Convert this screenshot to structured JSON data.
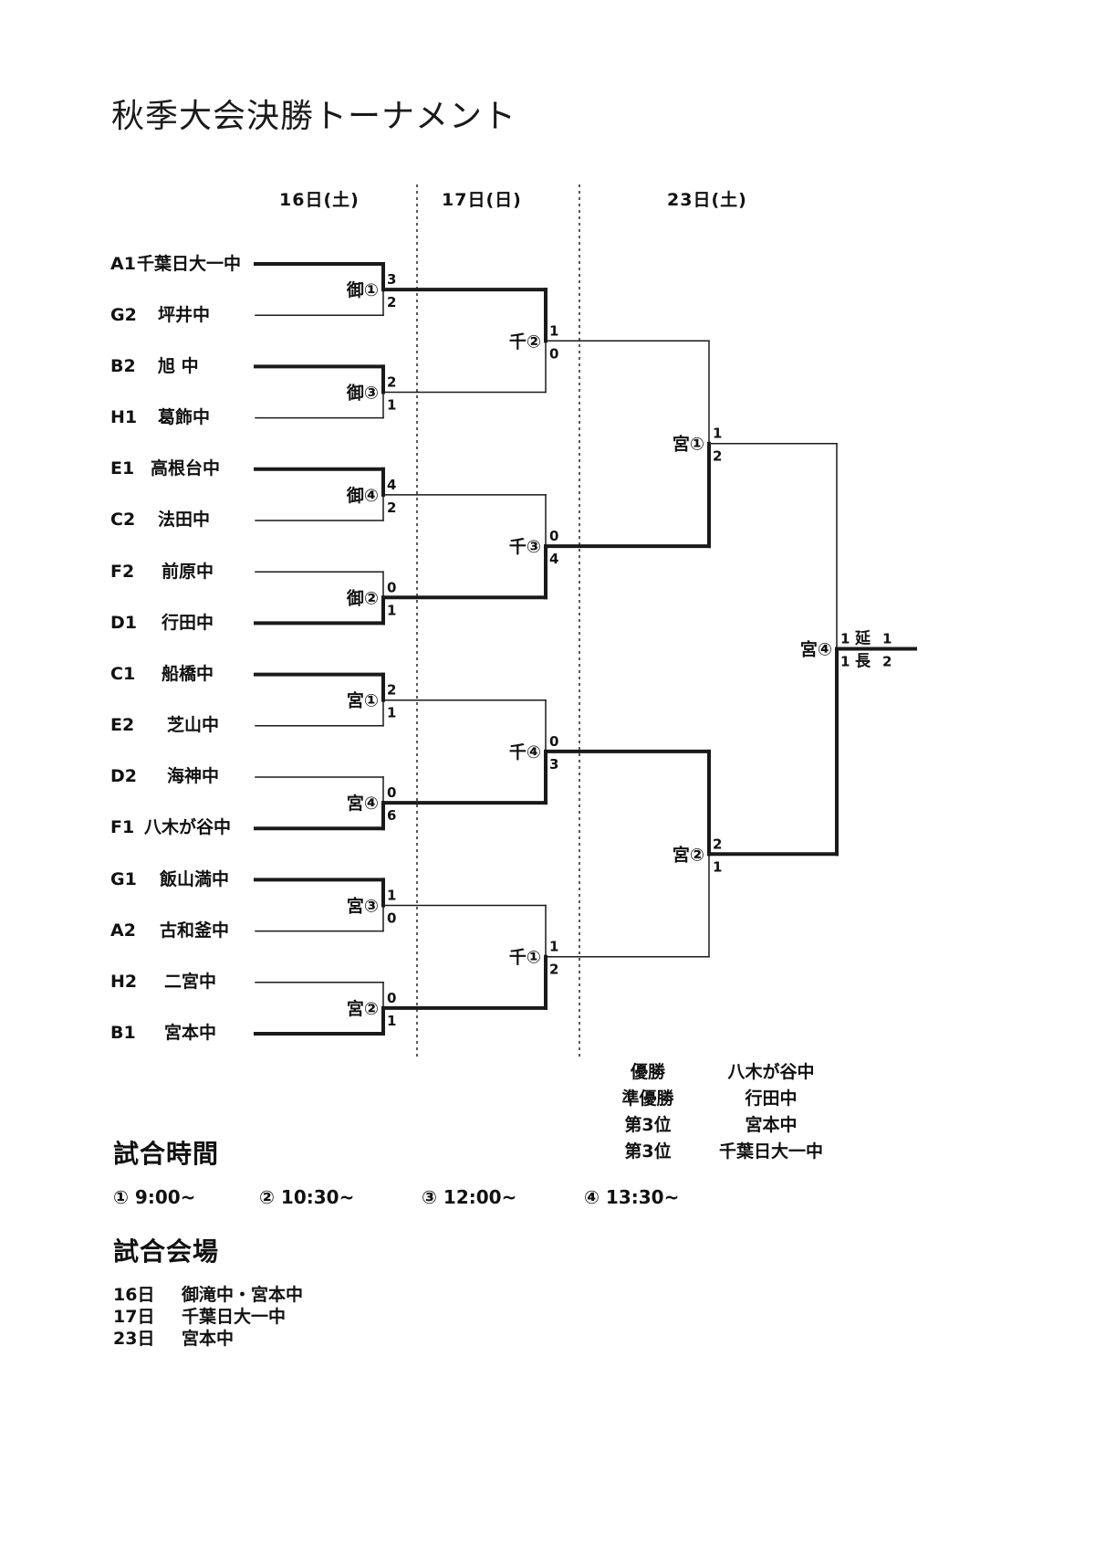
{
  "title": "秋季大会決勝トーナメント",
  "day_headers": [
    "16日(土)",
    "17日(日)",
    "23日(土)"
  ],
  "teams": [
    {
      "seed": "A1",
      "name": "千葉日大一中"
    },
    {
      "seed": "G2",
      "name": "坪井中"
    },
    {
      "seed": "B2",
      "name": "旭 中"
    },
    {
      "seed": "H1",
      "name": "葛飾中"
    },
    {
      "seed": "E1",
      "name": "高根台中"
    },
    {
      "seed": "C2",
      "name": "法田中"
    },
    {
      "seed": "F2",
      "name": "前原中"
    },
    {
      "seed": "D1",
      "name": "行田中"
    },
    {
      "seed": "C1",
      "name": "船橋中"
    },
    {
      "seed": "E2",
      "name": "芝山中"
    },
    {
      "seed": "D2",
      "name": "海神中"
    },
    {
      "seed": "F1",
      "name": "八木が谷中"
    },
    {
      "seed": "G1",
      "name": "飯山満中"
    },
    {
      "seed": "A2",
      "name": "古和釜中"
    },
    {
      "seed": "H2",
      "name": "二宮中"
    },
    {
      "seed": "B1",
      "name": "宮本中"
    }
  ],
  "round1": [
    {
      "code": "御①",
      "scores": [
        "3",
        "2"
      ],
      "winner": 0
    },
    {
      "code": "御③",
      "scores": [
        "2",
        "1"
      ],
      "winner": 0
    },
    {
      "code": "御④",
      "scores": [
        "4",
        "2"
      ],
      "winner": 0
    },
    {
      "code": "御②",
      "scores": [
        "0",
        "1"
      ],
      "winner": 1
    },
    {
      "code": "宮①",
      "scores": [
        "2",
        "1"
      ],
      "winner": 0
    },
    {
      "code": "宮④",
      "scores": [
        "0",
        "6"
      ],
      "winner": 1
    },
    {
      "code": "宮③",
      "scores": [
        "1",
        "0"
      ],
      "winner": 0
    },
    {
      "code": "宮②",
      "scores": [
        "0",
        "1"
      ],
      "winner": 1
    }
  ],
  "round2": [
    {
      "code": "千②",
      "scores": [
        "1",
        "0"
      ],
      "winner": 0
    },
    {
      "code": "千③",
      "scores": [
        "0",
        "4"
      ],
      "winner": 1
    },
    {
      "code": "千④",
      "scores": [
        "0",
        "3"
      ],
      "winner": 1
    },
    {
      "code": "千①",
      "scores": [
        "1",
        "2"
      ],
      "winner": 1
    }
  ],
  "round3": [
    {
      "code": "宮①",
      "scores": [
        "1",
        "2"
      ],
      "winner": 1
    },
    {
      "code": "宮②",
      "scores": [
        "2",
        "1"
      ],
      "winner": 0
    }
  ],
  "final": {
    "code": "宮④",
    "scores": [
      "1",
      "1"
    ],
    "overtime_marks": [
      "延",
      "長"
    ],
    "shootout": [
      "1",
      "2"
    ],
    "winner": 1
  },
  "results": {
    "labels": [
      "優勝",
      "準優勝",
      "第3位",
      "第3位"
    ],
    "teams": [
      "八木が谷中",
      "行田中",
      "宮本中",
      "千葉日大一中"
    ]
  },
  "match_time": {
    "heading": "試合時間",
    "slots": [
      {
        "mark": "①",
        "time": "9:00~"
      },
      {
        "mark": "②",
        "time": "10:30~"
      },
      {
        "mark": "③",
        "time": "12:00~"
      },
      {
        "mark": "④",
        "time": "13:30~"
      }
    ]
  },
  "venue": {
    "heading": "試合会場",
    "rows": [
      {
        "day": "16日",
        "place": "御滝中・宮本中"
      },
      {
        "day": "17日",
        "place": "千葉日大一中"
      },
      {
        "day": "23日",
        "place": "宮本中"
      }
    ]
  }
}
